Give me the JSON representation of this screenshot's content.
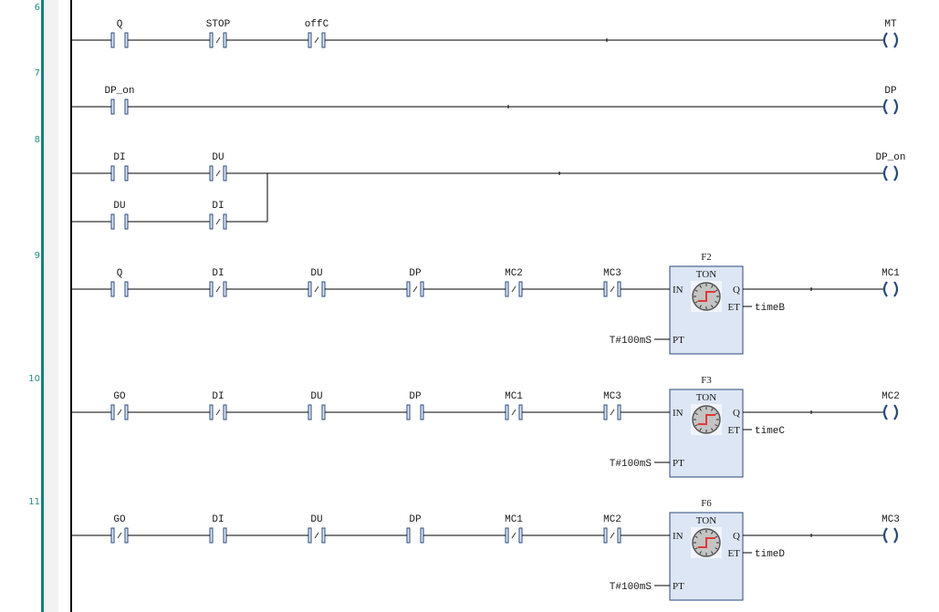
{
  "editor": {
    "type": "ladder-diagram",
    "colors": {
      "gutter_line": "#0f7f7f",
      "rung_number": "#2a8a8a",
      "wire": "#000000",
      "contact_stroke": "#2a4a7a",
      "contact_fill": "#dde7f5",
      "block_fill": "#dde6f4",
      "block_stroke": "#2a4a7a",
      "timer_step": "#e03a3a"
    }
  },
  "rungs": [
    {
      "number": "6",
      "contacts": [
        {
          "label": "Q",
          "type": "NO"
        },
        {
          "label": "STOP",
          "type": "NC"
        },
        {
          "label": "offC",
          "type": "NC"
        }
      ],
      "coil": {
        "label": "MT"
      }
    },
    {
      "number": "7",
      "contacts": [
        {
          "label": "DP_on",
          "type": "NO"
        }
      ],
      "coil": {
        "label": "DP"
      }
    },
    {
      "number": "8",
      "contacts": [
        {
          "label": "DI",
          "type": "NO"
        },
        {
          "label": "DU",
          "type": "NC"
        }
      ],
      "branch": [
        {
          "label": "DU",
          "type": "NO"
        },
        {
          "label": "DI",
          "type": "NC"
        }
      ],
      "coil": {
        "label": "DP_on"
      }
    },
    {
      "number": "9",
      "contacts": [
        {
          "label": "Q",
          "type": "NO"
        },
        {
          "label": "DI",
          "type": "NC"
        },
        {
          "label": "DU",
          "type": "NC"
        },
        {
          "label": "DP",
          "type": "NC"
        },
        {
          "label": "MC2",
          "type": "NC"
        },
        {
          "label": "MC3",
          "type": "NC"
        }
      ],
      "block": {
        "instance": "F2",
        "type": "TON",
        "in": "IN",
        "q": "Q",
        "et": "ET",
        "pt": "PT",
        "pt_value": "T#100mS",
        "et_var": "timeB"
      },
      "coil": {
        "label": "MC1"
      }
    },
    {
      "number": "10",
      "contacts": [
        {
          "label": "GO",
          "type": "NC"
        },
        {
          "label": "DI",
          "type": "NC"
        },
        {
          "label": "DU",
          "type": "NO"
        },
        {
          "label": "DP",
          "type": "NO"
        },
        {
          "label": "MC1",
          "type": "NC"
        },
        {
          "label": "MC3",
          "type": "NC"
        }
      ],
      "block": {
        "instance": "F3",
        "type": "TON",
        "in": "IN",
        "q": "Q",
        "et": "ET",
        "pt": "PT",
        "pt_value": "T#100mS",
        "et_var": "timeC"
      },
      "coil": {
        "label": "MC2"
      }
    },
    {
      "number": "11",
      "contacts": [
        {
          "label": "GO",
          "type": "NC"
        },
        {
          "label": "DI",
          "type": "NO"
        },
        {
          "label": "DU",
          "type": "NC"
        },
        {
          "label": "DP",
          "type": "NO"
        },
        {
          "label": "MC1",
          "type": "NC"
        },
        {
          "label": "MC2",
          "type": "NC"
        }
      ],
      "block": {
        "instance": "F6",
        "type": "TON",
        "in": "IN",
        "q": "Q",
        "et": "ET",
        "pt": "PT",
        "pt_value": "T#100mS",
        "et_var": "timeD"
      },
      "coil": {
        "label": "MC3"
      }
    }
  ]
}
